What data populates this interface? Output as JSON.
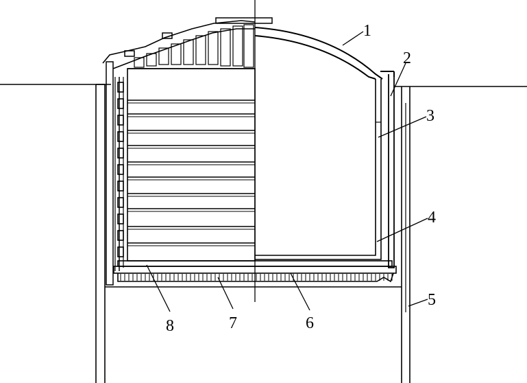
{
  "figure": {
    "callouts": [
      {
        "id": "1",
        "text": "1"
      },
      {
        "id": "2",
        "text": "2"
      },
      {
        "id": "3",
        "text": "3"
      },
      {
        "id": "4",
        "text": "4"
      },
      {
        "id": "5",
        "text": "5"
      },
      {
        "id": "6",
        "text": "6"
      },
      {
        "id": "7",
        "text": "7"
      },
      {
        "id": "8",
        "text": "8"
      }
    ],
    "colors": {
      "ink": "#000000",
      "paper": "#ffffff"
    }
  }
}
